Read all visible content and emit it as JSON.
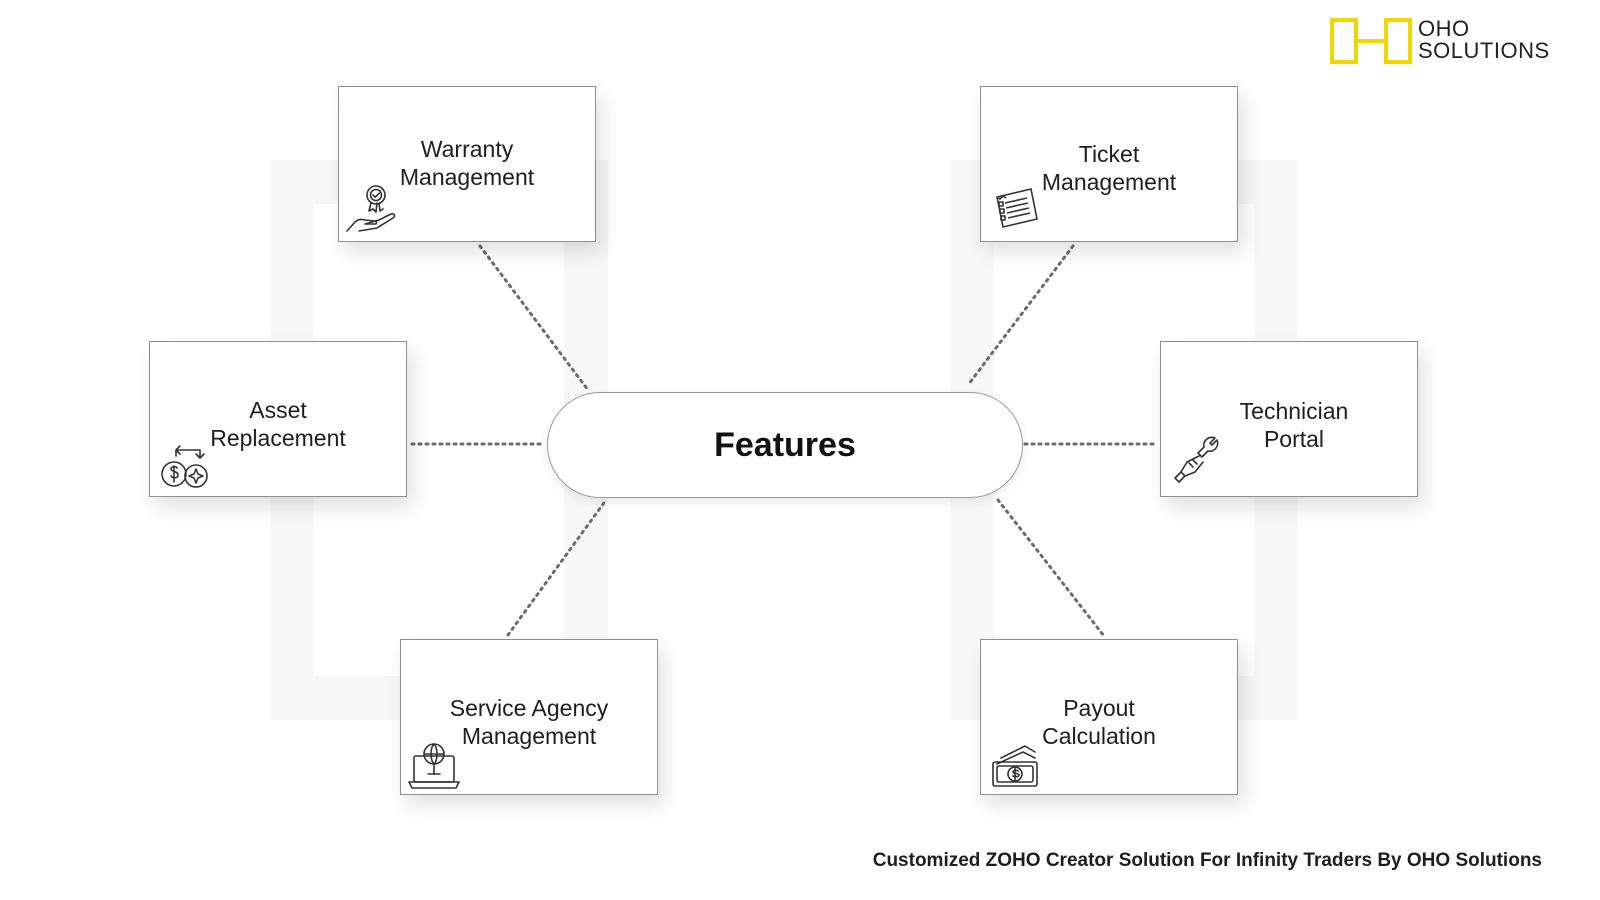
{
  "logo": {
    "line1": "OHO",
    "line2": "SOLUTIONS",
    "accent": "#f2d600"
  },
  "center": {
    "label": "Features"
  },
  "features": [
    {
      "label": "Warranty\nManagement",
      "icon": "warranty-hand-icon"
    },
    {
      "label": "Ticket\nManagement",
      "icon": "ticket-receipt-icon"
    },
    {
      "label": "Asset\nReplacement",
      "icon": "coin-exchange-icon"
    },
    {
      "label": "Technician\nPortal",
      "icon": "wrench-hand-icon"
    },
    {
      "label": "Service Agency\nManagement",
      "icon": "laptop-globe-icon"
    },
    {
      "label": "Payout\nCalculation",
      "icon": "cash-stack-icon"
    }
  ],
  "footer": {
    "caption": "Customized ZOHO Creator Solution For Infinity Traders By OHO Solutions"
  },
  "colors": {
    "border": "#8f8f8f",
    "text": "#1e1e1e",
    "connector": "#6b6b6b",
    "watermark": "#f7f7f7"
  }
}
